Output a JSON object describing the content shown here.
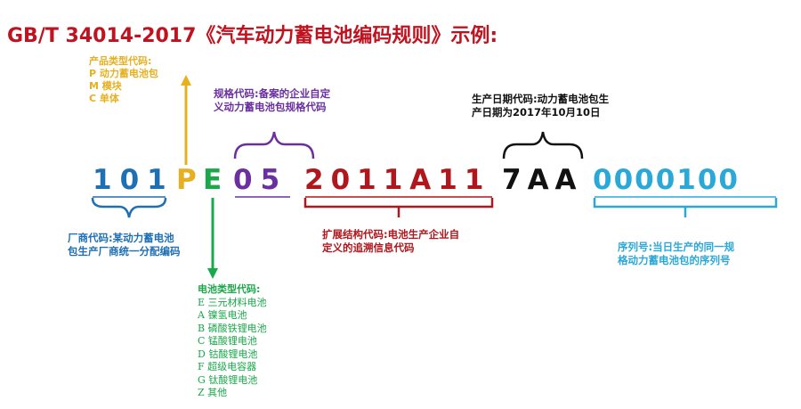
{
  "title": "GB/T 34014-2017《汽车动力蓄电池编码规则》示例:",
  "colors": {
    "title": "#c1121f",
    "manufacturer": "#1f6fb5",
    "product_type": "#e6b020",
    "battery_type": "#1aa84a",
    "spec": "#6b2fa0",
    "structure": "#b0161c",
    "date": "#111111",
    "serial": "#2aa8d8"
  },
  "code": {
    "manufacturer": "101",
    "product_type": "P",
    "battery_type": "E",
    "spec": "05",
    "structure": "2011A11",
    "date": "7AA",
    "serial": "0000100"
  },
  "labels": {
    "product_type": {
      "title": "产品类型代码:",
      "items": [
        "P   动力蓄电池包",
        "M   模块",
        "C   单体"
      ]
    },
    "spec": {
      "lines": [
        "规格代码:备案的企业自定",
        "义动力蓄电池包规格代码"
      ]
    },
    "date": {
      "lines": [
        "生产日期代码:动力蓄电池包生",
        "产日期为2017年10月10日"
      ]
    },
    "manufacturer": {
      "lines": [
        "厂商代码:某动力蓄电池",
        "包生产厂商统一分配编码"
      ]
    },
    "structure": {
      "lines": [
        "扩展结构代码:电池生产企业自",
        "定义的追溯信息代码"
      ]
    },
    "serial": {
      "lines": [
        "序列号:当日生产的同一规",
        "格动力蓄电池包的序列号"
      ]
    },
    "battery_type": {
      "title": "电池类型代码:",
      "items": [
        "E   三元材料电池",
        "A   镍氢电池",
        "B   磷酸铁锂电池",
        "C   锰酸锂电池",
        "D   钴酸锂电池",
        "F   超级电容器",
        "G   钛酸锂电池",
        "Z   其他"
      ]
    }
  }
}
